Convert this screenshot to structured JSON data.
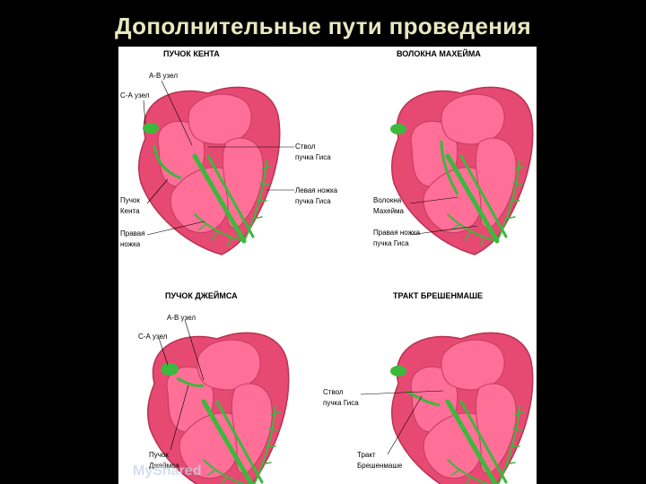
{
  "title": "Дополнительные пути проведения",
  "colors": {
    "background": "#000000",
    "title": "#e8e8c0",
    "heart_outer": "#e64a72",
    "heart_chamber": "#ff6f98",
    "pathway": "#3cb83c"
  },
  "panels": [
    {
      "caption": "ПУЧОК КЕНТА",
      "labels": {
        "av_node": "А-В узел",
        "sa_node": "С-А узел",
        "his_trunk_1": "Ствол",
        "his_trunk_2": "пучка Гиса",
        "left_branch_1": "Левая ножка",
        "left_branch_2": "пучка Гиса",
        "kent_1": "Пучок",
        "kent_2": "Кента",
        "right_branch_1": "Правая",
        "right_branch_2": "ножка"
      }
    },
    {
      "caption": "ВОЛОКНА МАХЕЙМА",
      "labels": {
        "mahaim_1": "Волокна",
        "mahaim_2": "Махейма",
        "right_branch_1": "Правая ножка",
        "right_branch_2": "пучка Гиса"
      }
    },
    {
      "caption": "ПУЧОК ДЖЕЙМСА",
      "labels": {
        "av_node": "А-В узел",
        "sa_node": "С-А узел",
        "james_1": "Пучок",
        "james_2": "Джеймса"
      }
    },
    {
      "caption": "ТРАКТ БРЕШЕНМАШЕ",
      "labels": {
        "his_trunk_1": "Ствол",
        "his_trunk_2": "пучка Гиса",
        "tract_1": "Тракт",
        "tract_2": "Брешенмаше"
      }
    }
  ],
  "watermark": "MyShared"
}
